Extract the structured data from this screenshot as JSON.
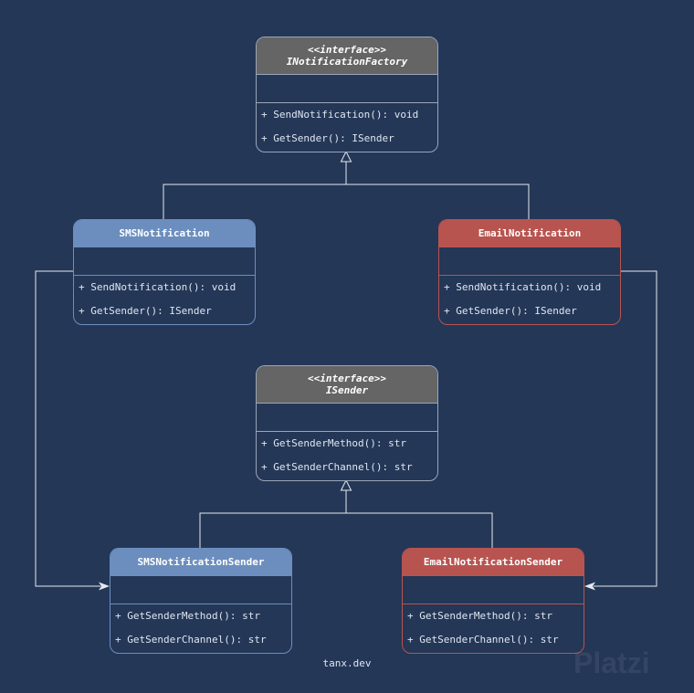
{
  "diagram": {
    "classes": {
      "notification_factory": {
        "stereotype": "<<interface>>",
        "name": "INotificationFactory",
        "methods": [
          "+ SendNotification(): void",
          "+ GetSender(): ISender"
        ]
      },
      "sms_notification": {
        "name": "SMSNotification",
        "methods": [
          "+ SendNotification(): void",
          "+ GetSender(): ISender"
        ]
      },
      "email_notification": {
        "name": "EmailNotification",
        "methods": [
          "+ SendNotification(): void",
          "+ GetSender(): ISender"
        ]
      },
      "sender": {
        "stereotype": "<<interface>>",
        "name": "ISender",
        "methods": [
          "+ GetSenderMethod(): str",
          "+ GetSenderChannel(): str"
        ]
      },
      "sms_sender": {
        "name": "SMSNotificationSender",
        "methods": [
          "+ GetSenderMethod(): str",
          "+ GetSenderChannel(): str"
        ]
      },
      "email_sender": {
        "name": "EmailNotificationSender",
        "methods": [
          "+ GetSenderMethod(): str",
          "+ GetSenderChannel(): str"
        ]
      }
    },
    "relations": [
      {
        "from": "SMSNotification",
        "to": "INotificationFactory",
        "kind": "realization"
      },
      {
        "from": "EmailNotification",
        "to": "INotificationFactory",
        "kind": "realization"
      },
      {
        "from": "SMSNotificationSender",
        "to": "ISender",
        "kind": "realization"
      },
      {
        "from": "EmailNotificationSender",
        "to": "ISender",
        "kind": "realization"
      },
      {
        "from": "SMSNotification",
        "to": "SMSNotificationSender",
        "kind": "association"
      },
      {
        "from": "EmailNotification",
        "to": "EmailNotificationSender",
        "kind": "association"
      }
    ],
    "colors": {
      "background": "#243757",
      "interface_header": "#656565",
      "sms_header": "#6c8ebf",
      "email_header": "#b85450",
      "edge": "#e6e9ee"
    }
  },
  "footer": "tanx.dev",
  "watermark": "Platzi"
}
